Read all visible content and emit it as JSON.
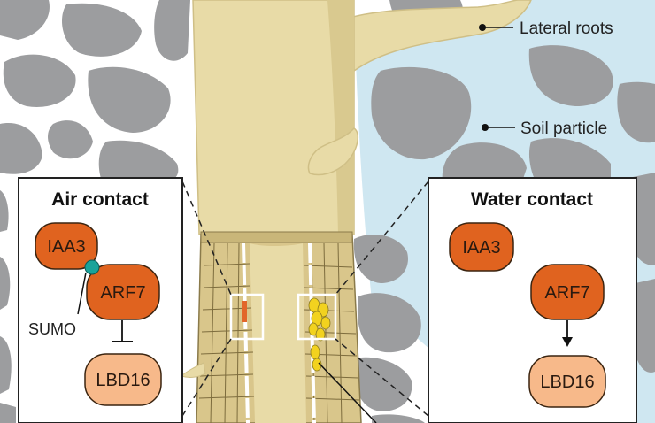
{
  "labels": {
    "lateral_roots": "Lateral roots",
    "soil_particle": "Soil particle"
  },
  "air_panel": {
    "title": "Air contact",
    "nodes": {
      "iaa3": "IAA3",
      "arf7": "ARF7",
      "lbd16": "LBD16"
    },
    "sumo": "SUMO"
  },
  "water_panel": {
    "title": "Water contact",
    "nodes": {
      "iaa3": "IAA3",
      "arf7": "ARF7",
      "lbd16": "LBD16"
    }
  },
  "colors": {
    "root_beige": "#e8dba7",
    "root_shade": "#cfbf86",
    "soil_gray": "#9c9d9f",
    "water_blue": "#cfe7f1",
    "node_dark_orange": "#e0631f",
    "node_light_orange": "#f7b98a",
    "sumo_teal": "#1aa39a",
    "cell_yellow": "#f2d21f",
    "cell_orange": "#e2662a"
  }
}
